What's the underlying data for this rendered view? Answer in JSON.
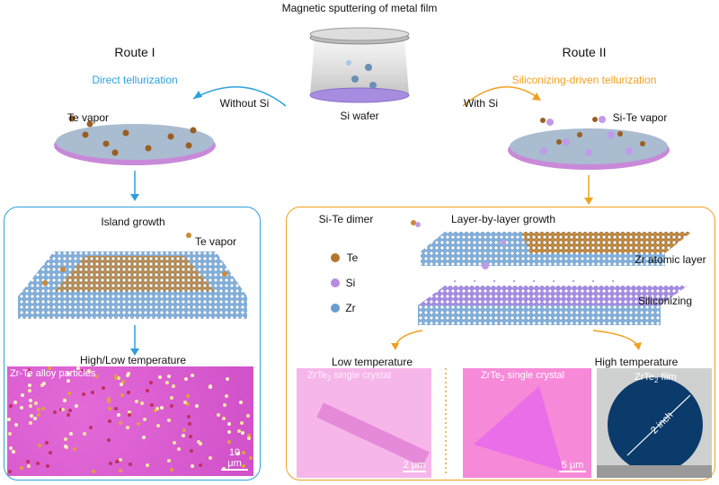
{
  "title": "Magnetic sputtering of metal film",
  "si_wafer": "Si wafer",
  "route1": {
    "title": "Route I",
    "subtitle": "Direct tellurization",
    "arrow_label": "Without Si",
    "vapor": "Te vapor",
    "growth": "Island growth",
    "te_vapor_label": "Te vapor",
    "temperature": "High/Low temperature",
    "image_caption": "Zr-Te alloy particles",
    "scale": "10 μm"
  },
  "route2": {
    "title": "Route II",
    "subtitle": "Siliconizing-driven tellurization",
    "arrow_label": "With Si",
    "vapor": "Si-Te vapor",
    "dimer": "Si-Te dimer",
    "growth": "Layer-by-layer growth",
    "legend": [
      {
        "label": "Te",
        "color": "#b5762c"
      },
      {
        "label": "Si",
        "color": "#b88be0"
      },
      {
        "label": "Zr",
        "color": "#6a9ed0"
      }
    ],
    "zr_layer": "Zr atomic layer",
    "siliconizing": "Siliconizing",
    "low_temp": "Low temperature",
    "high_temp": "High temperature",
    "low_caption_a": "ZrTe",
    "low_caption_sub": "2",
    "low_caption_b": " single crystal",
    "low_scale": "2 μm",
    "high_caption_a": "ZrTe",
    "high_caption_sub": "2",
    "high_caption_b": " single crystal",
    "high_scale": "5 μm",
    "film_caption_a": "ZrTe",
    "film_caption_sub": "2",
    "film_caption_b": " film",
    "film_size": "2 inch"
  },
  "colors": {
    "route1": "#2ea0dc",
    "route2": "#f0a020",
    "wafer": "#b88be0",
    "substrate": "#9fb4c8"
  }
}
